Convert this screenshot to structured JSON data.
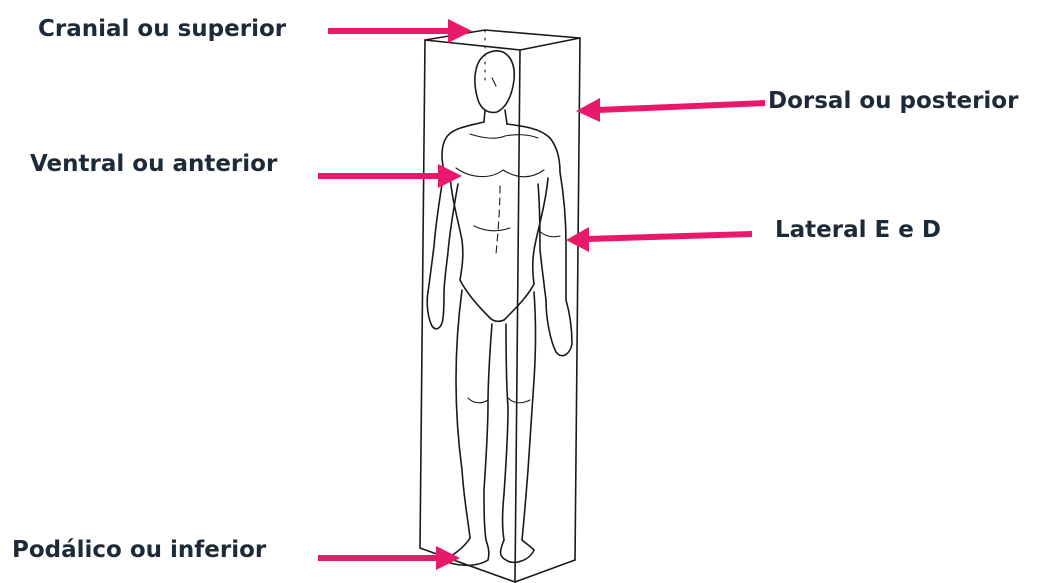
{
  "labels": {
    "cranial": "Cranial ou superior",
    "dorsal": "Dorsal ou posterior",
    "ventral": "Ventral ou anterior",
    "lateral": "Lateral E e D",
    "podalico": "Podálico ou inferior"
  },
  "colors": {
    "arrow": "#e8196b",
    "text": "#1d2a3a",
    "figure": "#1a1a1a"
  }
}
